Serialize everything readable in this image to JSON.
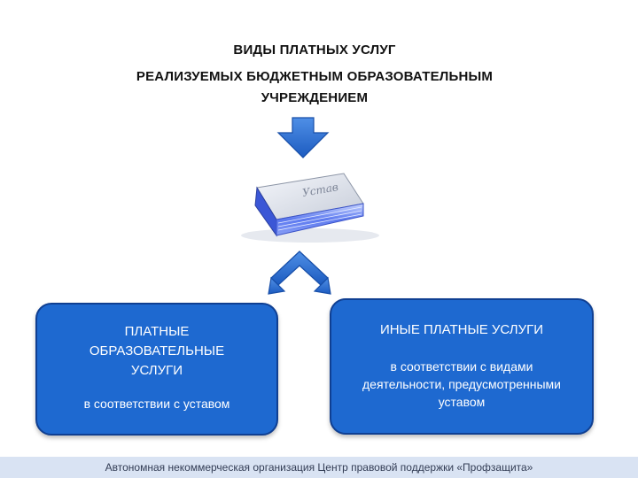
{
  "title": {
    "line1": "ВИДЫ ПЛАТНЫХ УСЛУГ",
    "line2": "РЕАЛИЗУЕМЫХ БЮДЖЕТНЫМ ОБРАЗОВАТЕЛЬНЫМ",
    "line3": "УЧРЕЖДЕНИЕМ"
  },
  "book": {
    "label": "Устав",
    "icon": "charter-book-icon"
  },
  "colors": {
    "box_fill": "#1e69d0",
    "box_border": "#0f3f92",
    "arrow": "#2a6fd0",
    "footer_bg": "#d9e3f3"
  },
  "left_box": {
    "heading": "ПЛАТНЫЕ ОБРАЗОВАТЕЛЬНЫЕ УСЛУГИ",
    "text": "в соответствии с уставом"
  },
  "right_box": {
    "heading": "ИНЫЕ ПЛАТНЫЕ УСЛУГИ",
    "text": "в соответствии с видами деятельности, предусмотренными уставом"
  },
  "footer": {
    "text": "Автономная некоммерческая организация Центр правовой поддержки «Профзащита»"
  }
}
